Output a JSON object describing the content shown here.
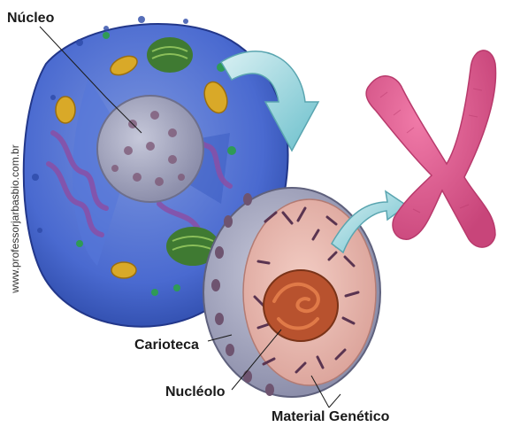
{
  "labels": {
    "nucleo": "Núcleo",
    "carioteca": "Carioteca",
    "nucleolo": "Nucléolo",
    "material_genetico": "Material Genético"
  },
  "credit": "www.professorjarbasbio.com.br",
  "colors": {
    "cell_blue": "#3f63c9",
    "cell_blue_light": "#7b95de",
    "nucleus_gray": "#9c9fb8",
    "nucleus_interior": "#e9b8b2",
    "nucleolus": "#b8522e",
    "chromatin": "#5a3450",
    "chromosome": "#e05a8e",
    "arrow": "#8ad0da",
    "mitochondria": "#d9a928",
    "golgi": "#3f7a32",
    "er": "#8a4fa6"
  }
}
